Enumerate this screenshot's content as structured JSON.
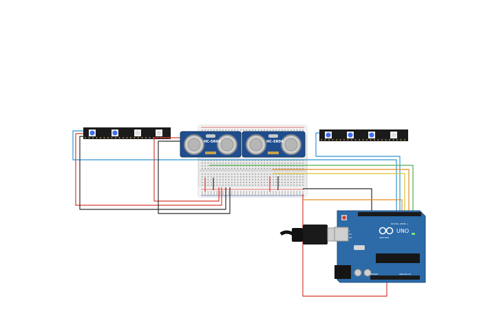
{
  "sensors": [
    {
      "label": "HC-SR04"
    },
    {
      "label": "HC-SR04"
    }
  ],
  "arduino": {
    "model": "UNO",
    "brand": "ARDUINO",
    "header_labels": [
      "DIGITAL (PWM~)"
    ],
    "power_label": "POWER",
    "analog_label": "ANALOG IN",
    "tx": "TX",
    "rx": "RX",
    "l": "L"
  },
  "colors": {
    "wire_red": "#d9382f",
    "wire_black": "#2a2a2a",
    "wire_blue": "#2f95d0",
    "wire_green": "#4caf50",
    "wire_orange": "#e38a1e",
    "wire_yellow": "#d8c233",
    "board_blue": "#2c6aa8",
    "strip_black": "#1b1b1b",
    "breadboard": "#ececec"
  }
}
